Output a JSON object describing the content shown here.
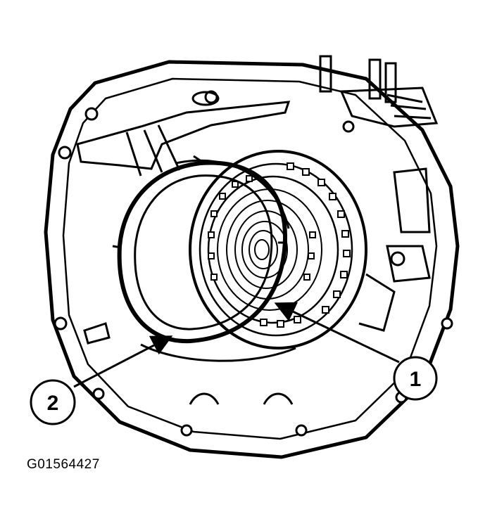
{
  "figure_id": "G01564427",
  "callouts": [
    {
      "label": "1"
    },
    {
      "label": "2"
    }
  ],
  "colors": {
    "ink": "#000000",
    "paper": "#ffffff"
  }
}
